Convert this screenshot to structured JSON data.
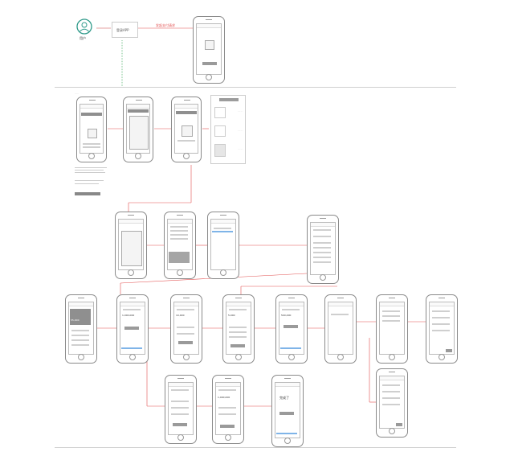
{
  "start": {
    "user_label": "用户",
    "action_label": "登录APP",
    "arrow_label": "发起支付请求"
  },
  "screens": {
    "home": {
      "amount": ""
    },
    "keypad": {
      "amount": "55,000"
    },
    "pay1": {
      "amount": "1,000,000"
    },
    "pay2": {
      "amount": "10,000"
    },
    "pay3": {
      "amount": "5,000"
    },
    "pay4": {
      "amount": "500,000"
    },
    "pay5": {
      "amount": "1,000,000"
    },
    "done": {
      "title": "完成了"
    }
  },
  "colors": {
    "phone_border": "#8a8a8a",
    "link_red": "#e25050",
    "link_green": "#27a14a",
    "accent_blue": "#7fb4e8"
  }
}
